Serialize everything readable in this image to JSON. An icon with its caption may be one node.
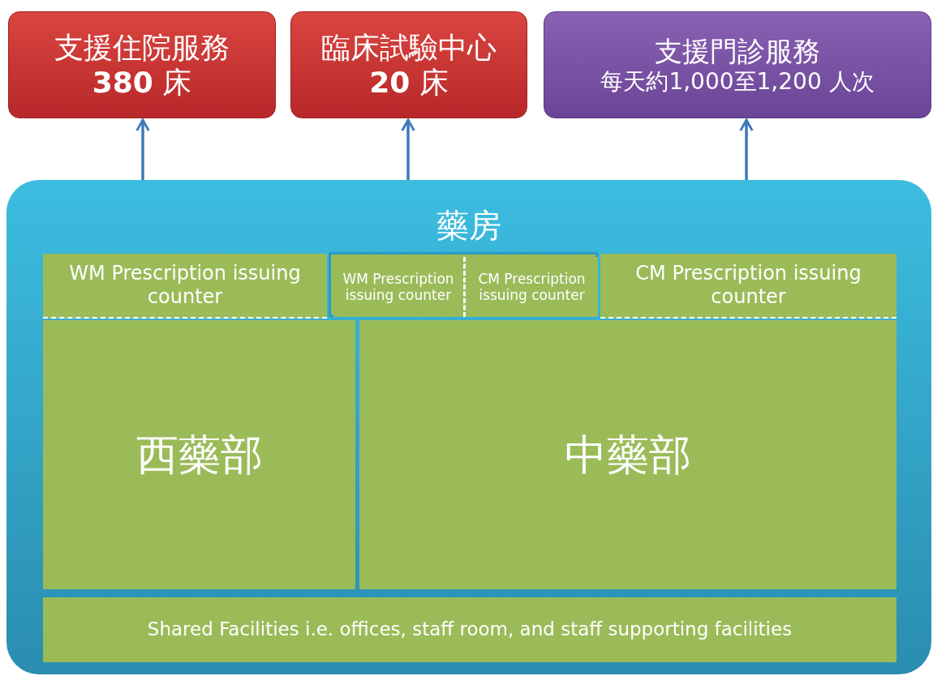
{
  "diagram": {
    "nodes": [
      {
        "text": [
          "支援住院服務",
          "**380** 床"
        ]
      },
      {
        "text": [
          "臨床試驗中心",
          "**20** 床"
        ]
      },
      {
        "text": [
          "支援門診服務",
          "每天約1,000至1,200 人次"
        ]
      },
      {
        "text": [
          "藥房"
        ]
      },
      {
        "text": [
          "WM Prescription issuing counter"
        ],
        "in": 3
      },
      {
        "text": [],
        "shape": "box",
        "in": 3
      },
      {
        "text": [
          "WM Prescription issuing counter"
        ],
        "in": 5
      },
      {
        "text": [
          "CM Prescription issuing counter"
        ],
        "in": 5
      },
      {
        "text": [
          "CM Prescription issuing counter"
        ],
        "in": 3
      },
      {
        "text": [
          "西藥部"
        ],
        "in": 3
      },
      {
        "text": [
          "中藥部"
        ],
        "in": 3
      },
      {
        "text": [
          "Shared Facilities i.e. offices, staff room, and staff supporting facilities"
        ],
        "in": 3
      }
    ],
    "edges": [
      {
        "from": 3,
        "to": 0,
        "arrow": "to"
      },
      {
        "from": 3,
        "to": 1,
        "arrow": "to"
      },
      {
        "from": 3,
        "to": 2,
        "arrow": "to"
      }
    ]
  }
}
